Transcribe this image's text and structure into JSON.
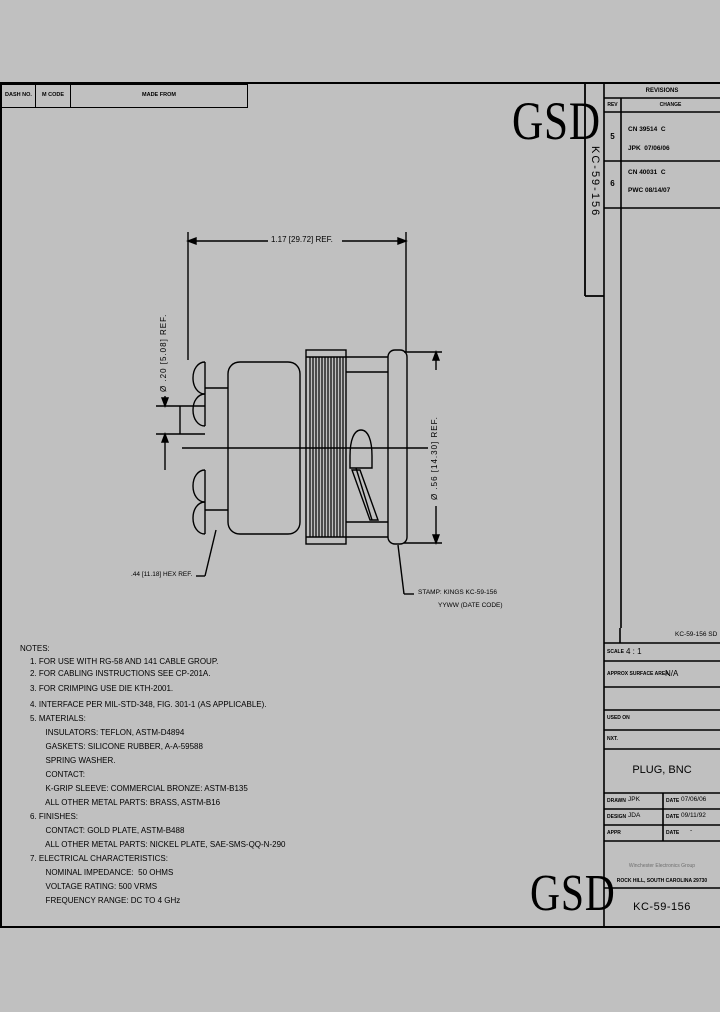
{
  "sheet": {
    "background": "#c0c0c0",
    "ink": "#000000"
  },
  "logo": {
    "text": "GSD"
  },
  "drawing_number_vertical": "KC-59-156",
  "dash_table": {
    "headers": [
      "DASH NO.",
      "M CODE",
      "MADE FROM"
    ]
  },
  "revisions": {
    "title": "REVISIONS",
    "columns": [
      "REV",
      "CHANGE"
    ],
    "rows": [
      {
        "rev": "5",
        "change_line1": "CN 39514  C",
        "change_line2": "JPK  07/06/06"
      },
      {
        "rev": "6",
        "change_line1": "CN 40031  C",
        "change_line2": "PWC 08/14/07"
      }
    ]
  },
  "dimensions": {
    "overall_length": "1.17 [29.72] REF.",
    "rear_diameter": "Ø .20 [5.08] REF.",
    "front_diameter": "Ø .56 [14.30] REF.",
    "hex": ".44 [11.18] HEX REF.",
    "stamp_line1": "STAMP: KINGS KC-59-156",
    "stamp_line2": "YYWW (DATE CODE)"
  },
  "notes": {
    "heading": "NOTES:",
    "items": [
      "1. FOR USE WITH RG-58 AND 141 CABLE GROUP.",
      "2. FOR CABLING INSTRUCTIONS SEE CP-201A.",
      "3. FOR CRIMPING USE DIE KTH-2001.",
      "4. INTERFACE PER MIL-STD-348, FIG. 301-1 (AS APPLICABLE).",
      "5. MATERIALS:",
      "       INSULATORS: TEFLON, ASTM-D4894",
      "       GASKETS: SILICONE RUBBER, A-A-59588",
      "       SPRING WASHER.",
      "       CONTACT:",
      "       K-GRIP SLEEVE: COMMERCIAL BRONZE: ASTM-B135",
      "       ALL OTHER METAL PARTS: BRASS, ASTM-B16",
      "6. FINISHES:",
      "       CONTACT: GOLD PLATE, ASTM-B488",
      "       ALL OTHER METAL PARTS: NICKEL PLATE, SAE-SMS-QQ-N-290",
      "7. ELECTRICAL CHARACTERISTICS:",
      "       NOMINAL IMPEDANCE:  50 OHMS",
      "       VOLTAGE RATING: 500 VRMS",
      "       FREQUENCY RANGE: DC TO 4 GHz"
    ]
  },
  "title_block": {
    "sheet_id": "KC-59-156 SD",
    "scale_label": "SCALE",
    "scale_value": "4 : 1",
    "surface_label": "APPROX SURFACE AREA",
    "surface_value": "N/A",
    "used_on_label": "USED ON",
    "nxt_label": "NXT.",
    "part_title": "PLUG, BNC",
    "drawn_label": "DRAWN",
    "drawn_value": "JPK",
    "drawn_date_label": "DATE",
    "drawn_date_value": "07/06/06",
    "design_label": "DESIGN",
    "design_value": "JDA",
    "design_date_label": "DATE",
    "design_date_value": "09/11/92",
    "appr_label": "APPR",
    "appr_value": "",
    "appr_date_label": "DATE",
    "appr_date_value": "-",
    "company_line1": "Winchester Electronics Group",
    "company_line2": "ROCK HILL, SOUTH CAROLINA 29730",
    "drawing_number": "KC-59-156"
  }
}
